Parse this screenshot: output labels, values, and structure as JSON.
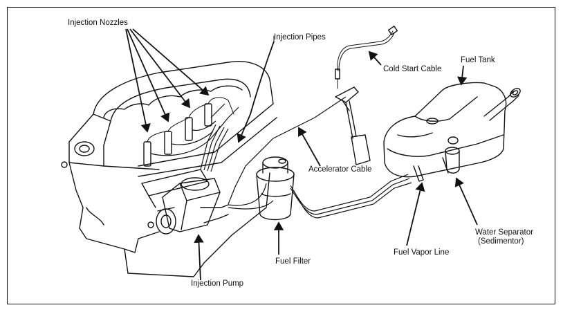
{
  "labels": {
    "injection_nozzles": "Injection Nozzles",
    "injection_pipes": "Injection Pipes",
    "cold_start_cable": "Cold Start Cable",
    "fuel_tank": "Fuel Tank",
    "accelerator_cable": "Accelerator Cable",
    "water_separator_line1": "Water Separator",
    "water_separator_line2": "(Sedimentor)",
    "fuel_vapor_line": "Fuel Vapor Line",
    "fuel_filter": "Fuel Filter",
    "injection_pump": "Injection Pump"
  }
}
